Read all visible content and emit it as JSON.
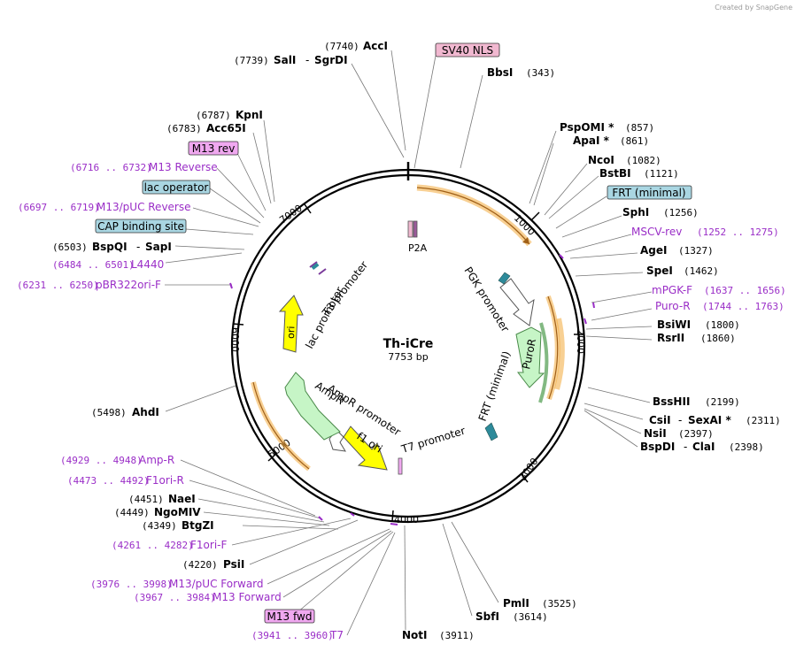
{
  "watermark": "Created by SnapGene",
  "plasmid": {
    "name": "Th-iCre",
    "length_label": "7753 bp"
  },
  "colors": {
    "enzyme": "#000000",
    "primer": "#9a2ec7",
    "feature_box_pink": "#f1b8d0",
    "feature_box_blue": "#a9d6e2",
    "feature_box_magenta": "#f0a8f0",
    "arrow_green": "#c6f5c6",
    "arrow_yellow": "#ffff00",
    "cds_orange": "#f2a93b"
  },
  "ticks": [
    "1000",
    "2000",
    "3000",
    "4000",
    "5000",
    "6000",
    "7000"
  ],
  "enzymes_right": [
    {
      "name": "AccI",
      "pos": "(7740)"
    },
    {
      "name": "SalI",
      "name2": "SgrDI",
      "pos": "(7739)"
    },
    {
      "name": "BbsI",
      "pos": "(343)"
    },
    {
      "name": "PspOMI *",
      "pos": "(857)"
    },
    {
      "name": "ApaI *",
      "pos": "(861)"
    },
    {
      "name": "NcoI",
      "pos": "(1082)"
    },
    {
      "name": "BstBI",
      "pos": "(1121)"
    },
    {
      "name": "SphI",
      "pos": "(1256)"
    },
    {
      "name": "AgeI",
      "pos": "(1327)"
    },
    {
      "name": "SpeI",
      "pos": "(1462)"
    },
    {
      "name": "BsiWI",
      "pos": "(1800)"
    },
    {
      "name": "RsrII",
      "pos": "(1860)"
    },
    {
      "name": "BssHII",
      "pos": "(2199)"
    },
    {
      "name": "CsiI",
      "name2": "SexAI *",
      "pos": "(2311)"
    },
    {
      "name": "NsiI",
      "pos": "(2397)"
    },
    {
      "name": "BspDI",
      "name2": "ClaI",
      "pos": "(2398)"
    },
    {
      "name": "PmlI",
      "pos": "(3525)"
    },
    {
      "name": "SbfI",
      "pos": "(3614)"
    },
    {
      "name": "NotI",
      "pos": "(3911)"
    }
  ],
  "enzymes_left": [
    {
      "name": "KpnI",
      "pos": "(6787)"
    },
    {
      "name": "Acc65I",
      "pos": "(6783)"
    },
    {
      "name": "BspQI",
      "name2": "SapI",
      "pos": "(6503)"
    },
    {
      "name": "AhdI",
      "pos": "(5498)"
    },
    {
      "name": "NaeI",
      "pos": "(4451)"
    },
    {
      "name": "NgoMIV",
      "pos": "(4449)"
    },
    {
      "name": "BtgZI",
      "pos": "(4349)"
    },
    {
      "name": "PsiI",
      "pos": "(4220)"
    }
  ],
  "primers": [
    {
      "name": "MSCV-rev",
      "range": "(1252 .. 1275)"
    },
    {
      "name": "mPGK-F",
      "range": "(1637 .. 1656)"
    },
    {
      "name": "Puro-R",
      "range": "(1744 .. 1763)"
    },
    {
      "name": "M13 Reverse",
      "range": "(6716 .. 6732)"
    },
    {
      "name": "M13/pUC Reverse",
      "range": "(6697 .. 6719)"
    },
    {
      "name": "L4440",
      "range": "(6484 .. 6501)"
    },
    {
      "name": "pBR322ori-F",
      "range": "(6231 .. 6250)"
    },
    {
      "name": "Amp-R",
      "range": "(4929 .. 4948)"
    },
    {
      "name": "F1ori-R",
      "range": "(4473 .. 4492)"
    },
    {
      "name": "F1ori-F",
      "range": "(4261 .. 4282)"
    },
    {
      "name": "M13/pUC Forward",
      "range": "(3976 .. 3998)"
    },
    {
      "name": "M13 Forward",
      "range": "(3967 .. 3984)"
    },
    {
      "name": "T7",
      "range": "(3941 .. 3960)"
    }
  ],
  "feature_boxes": {
    "sv40_nls": "SV40 NLS",
    "frt_minimal": "FRT (minimal)",
    "m13_rev": "M13 rev",
    "lac_operator": "lac operator",
    "cap_binding_site": "CAP binding site",
    "m13_fwd": "M13 fwd"
  },
  "inner_labels": {
    "p2a": "P2A",
    "pgk_promoter": "PGK promoter",
    "puror": "PuroR",
    "frt_minimal": "FRT (minimal)",
    "t7_promoter": "T7 promoter",
    "f1_ori": "f1 ori",
    "ampr_promoter": "AmpR promoter",
    "ampr": "AmpR",
    "ori": "ori",
    "lac_promoter": "lac promoter",
    "t3_promoter": "T3 promoter"
  }
}
